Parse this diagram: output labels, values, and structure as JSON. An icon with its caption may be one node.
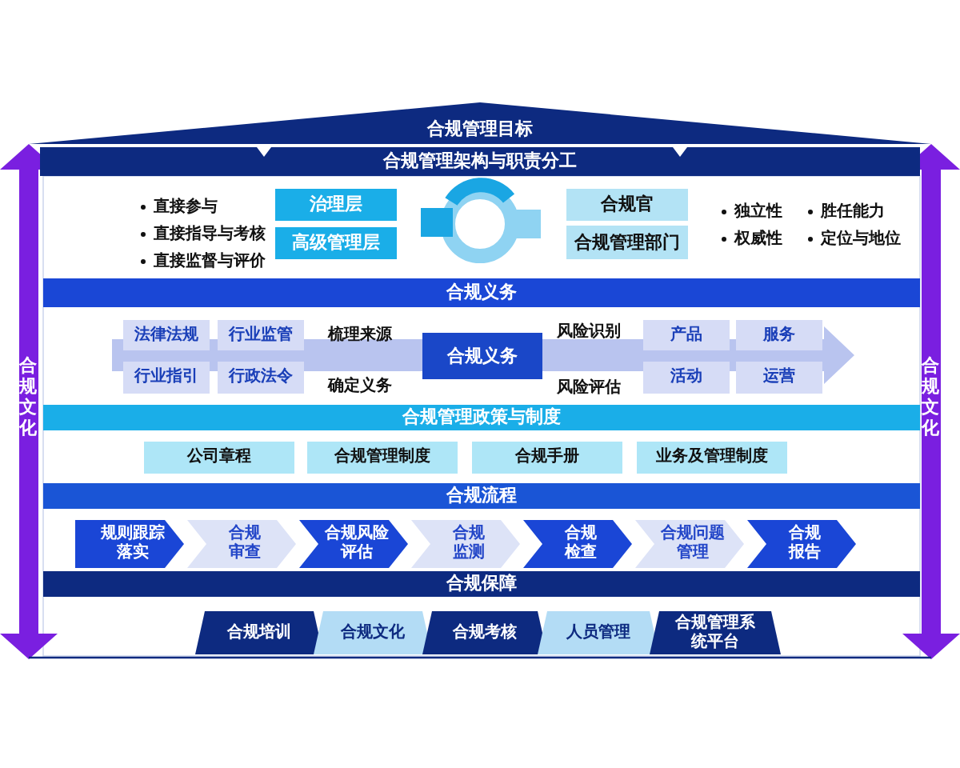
{
  "diagram": {
    "nodes": [
      {
        "text": [
          "合规管理目标"
        ]
      },
      {
        "text": [
          "合规管理架构与职责分工"
        ]
      },
      {
        "text": [
          "治理层"
        ]
      },
      {
        "text": [
          "高级管理层"
        ]
      },
      {
        "text": [
          "合规官"
        ]
      },
      {
        "text": [
          "合规管理部门"
        ]
      },
      {
        "text": [
          "合规义务"
        ]
      },
      {
        "text": [
          "法律法规"
        ]
      },
      {
        "text": [
          "行业监管"
        ]
      },
      {
        "text": [
          "行业指引"
        ]
      },
      {
        "text": [
          "行政法令"
        ]
      },
      {
        "text": [
          "合规义务"
        ]
      },
      {
        "text": [
          "产品"
        ]
      },
      {
        "text": [
          "服务"
        ]
      },
      {
        "text": [
          "活动"
        ]
      },
      {
        "text": [
          "运营"
        ]
      },
      {
        "text": [
          "合规管理政策与制度"
        ]
      },
      {
        "text": [
          "公司章程"
        ]
      },
      {
        "text": [
          "合规管理制度"
        ]
      },
      {
        "text": [
          "合规手册"
        ]
      },
      {
        "text": [
          "业务及管理制度"
        ]
      },
      {
        "text": [
          "合规流程"
        ]
      },
      {
        "text": [
          "规则跟踪落实"
        ]
      },
      {
        "text": [
          "合规审查"
        ]
      },
      {
        "text": [
          "合规风险评估"
        ]
      },
      {
        "text": [
          "合规监测"
        ]
      },
      {
        "text": [
          "合规检查"
        ]
      },
      {
        "text": [
          "合规问题管理"
        ]
      },
      {
        "text": [
          "合规报告"
        ]
      },
      {
        "text": [
          "合规保障"
        ]
      },
      {
        "text": [
          "合规培训"
        ]
      },
      {
        "text": [
          "合规文化"
        ]
      },
      {
        "text": [
          "合规考核"
        ]
      },
      {
        "text": [
          "人员管理"
        ]
      },
      {
        "text": [
          "合规管理系统平台"
        ]
      }
    ],
    "labels": [
      "直接参与",
      "直接指导与考核",
      "直接监督与评价",
      "独立性",
      "胜任能力",
      "权威性",
      "定位与地位",
      "梳理来源",
      "风险识别",
      "确定义务",
      "风险评估",
      "合规文化",
      "合规文化"
    ]
  }
}
